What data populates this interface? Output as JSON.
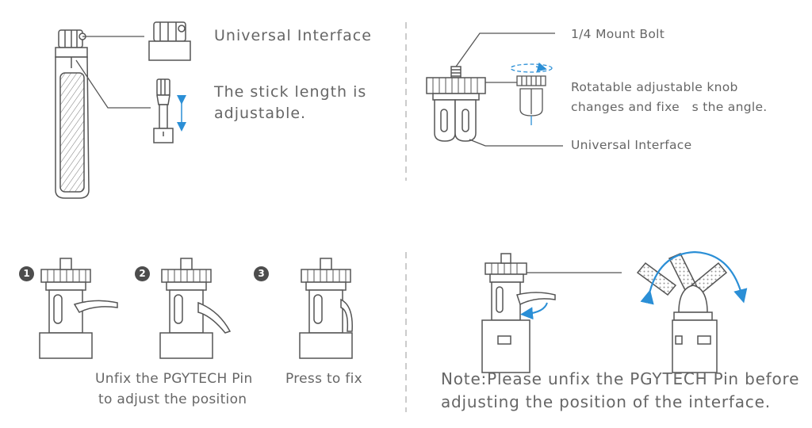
{
  "top_left": {
    "universal_interface": "Universal Interface",
    "stick_length_line1": "The stick length is",
    "stick_length_line2": "adjustable."
  },
  "top_right": {
    "mount_bolt": "1/4 Mount Bolt",
    "knob_line1": "Rotatable adjustable knob",
    "knob_line2": "changes and fixe   s the angle.",
    "universal_interface": "Universal Interface"
  },
  "bottom_left": {
    "steps": [
      "1",
      "2",
      "3"
    ],
    "unfix_line1": "Unfix the PGYTECH Pin",
    "unfix_line2": "to adjust the position",
    "press_to_fix": "Press to fix"
  },
  "bottom_right": {
    "note_line1": "Note:Please unfix the PGYTECH Pin before",
    "note_line2": "adjusting the position of the interface."
  },
  "colors": {
    "line": "#555555",
    "accent": "#2b8fd6",
    "divider": "#bbbbbb",
    "badge": "#4d4d4d"
  }
}
